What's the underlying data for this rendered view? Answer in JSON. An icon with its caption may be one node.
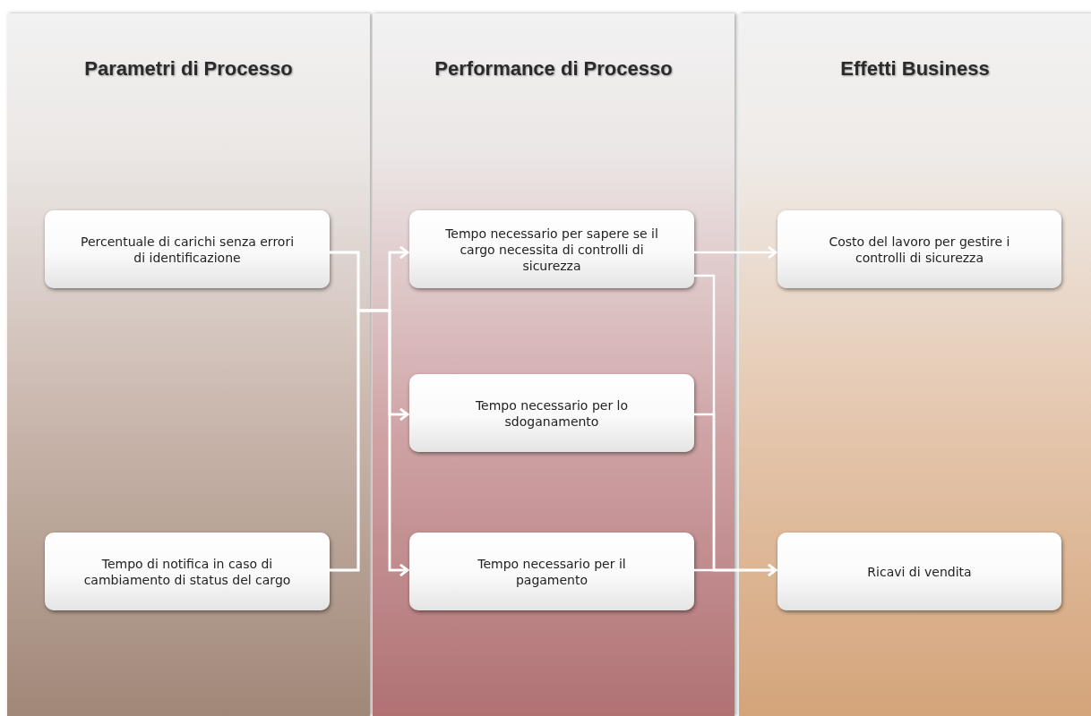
{
  "diagram": {
    "nodes": [
      {
        "text": [
          "Parametri di Processo"
        ]
      },
      {
        "text": [
          "Percentuale di carichi senza errori di identificazione"
        ],
        "in": 0
      },
      {
        "text": [
          "Tempo di notifica in caso di cambiamento di status del cargo"
        ],
        "in": 0
      },
      {
        "text": [
          "Performance di Processo"
        ]
      },
      {
        "text": [
          "Tempo necessario per sapere se il cargo necessita di controlli di sicurezza"
        ],
        "in": 3
      },
      {
        "text": [
          "Tempo necessario per lo sdoganamento"
        ],
        "in": 3
      },
      {
        "text": [
          "Tempo necessario per il pagamento"
        ],
        "in": 3
      },
      {
        "text": [
          "Effetti Business"
        ]
      },
      {
        "text": [
          "Costo del lavoro per gestire i controlli di sicurezza"
        ],
        "in": 7
      },
      {
        "text": [
          "Ricavi di vendita"
        ],
        "in": 7
      }
    ],
    "edges": [
      {
        "from": 1,
        "to": 4,
        "arrow": "to"
      },
      {
        "from": 1,
        "to": 5,
        "arrow": "to"
      },
      {
        "from": 1,
        "to": 6,
        "arrow": "to"
      },
      {
        "from": 2,
        "to": 4,
        "arrow": "to"
      },
      {
        "from": 2,
        "to": 5,
        "arrow": "to"
      },
      {
        "from": 2,
        "to": 6,
        "arrow": "to"
      },
      {
        "from": 4,
        "to": 8,
        "arrow": "to"
      },
      {
        "from": 4,
        "to": 9,
        "arrow": "to"
      },
      {
        "from": 5,
        "to": 9,
        "arrow": "to"
      },
      {
        "from": 6,
        "to": 9,
        "arrow": "to"
      }
    ]
  }
}
